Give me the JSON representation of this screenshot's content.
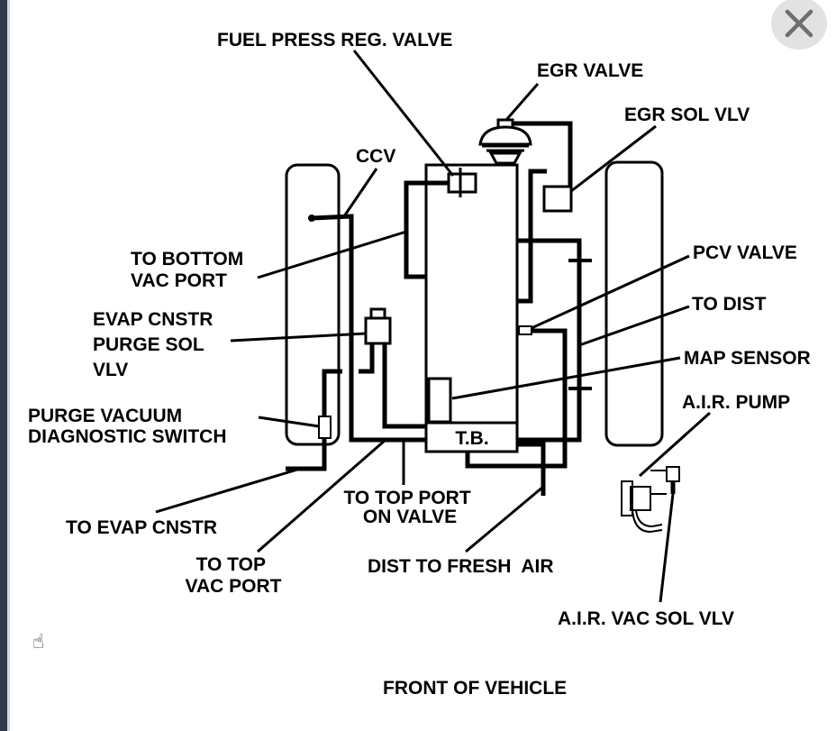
{
  "labels": {
    "fuel_press_reg_valve": "FUEL PRESS REG. VALVE",
    "egr_valve": "EGR VALVE",
    "egr_sol_vlv": "EGR SOL VLV",
    "ccv": "CCV",
    "to_bottom_vac_port": [
      "TO BOTTOM",
      "VAC PORT"
    ],
    "pcv_valve": "PCV VALVE",
    "to_dist": "TO DIST",
    "evap_cnstr_purge_sol_vlv": [
      "EVAP CNSTR",
      "PURGE SOL",
      "VLV"
    ],
    "map_sensor": "MAP SENSOR",
    "air_pump": "A.I.R. PUMP",
    "purge_vacuum_diagnostic_switch": [
      "PURGE VACUUM",
      "DIAGNOSTIC SWITCH"
    ],
    "throttle_body": "T.B.",
    "to_evap_cnstr": "TO EVAP CNSTR",
    "to_top_port_on_valve": [
      "TO TOP PORT",
      "ON VALVE"
    ],
    "to_top_vac_port": [
      "TO TOP",
      "VAC PORT"
    ],
    "dist_to_fresh_air": "DIST TO FRESH  AIR",
    "air_vac_sol_vlv": "A.I.R. VAC SOL VLV",
    "front_of_vehicle": "FRONT OF VEHICLE"
  },
  "icons": {
    "close": "close-icon",
    "cursor": "hand-cursor-icon"
  }
}
